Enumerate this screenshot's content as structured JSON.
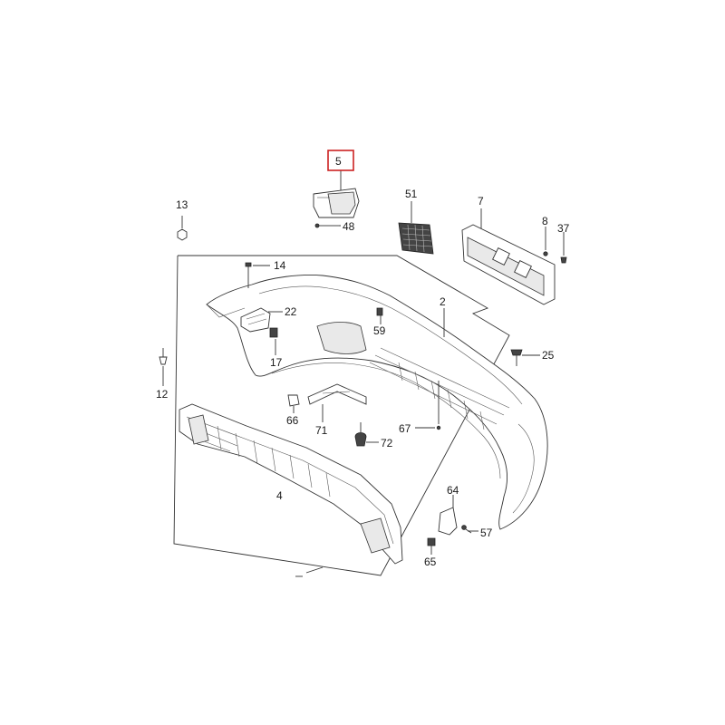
{
  "diagram": {
    "highlight_color": "#cc2222",
    "callouts": {
      "c5": "5",
      "c48": "48",
      "c51": "51",
      "c7": "7",
      "c8": "8",
      "c37": "37",
      "c13": "13",
      "c14": "14",
      "c22": "22",
      "c17": "17",
      "c12": "12",
      "c59": "59",
      "c2": "2",
      "c25": "25",
      "c66": "66",
      "c71": "71",
      "c67": "67",
      "c72": "72",
      "c4": "4",
      "c64": "64",
      "c57": "57",
      "c65": "65"
    }
  }
}
